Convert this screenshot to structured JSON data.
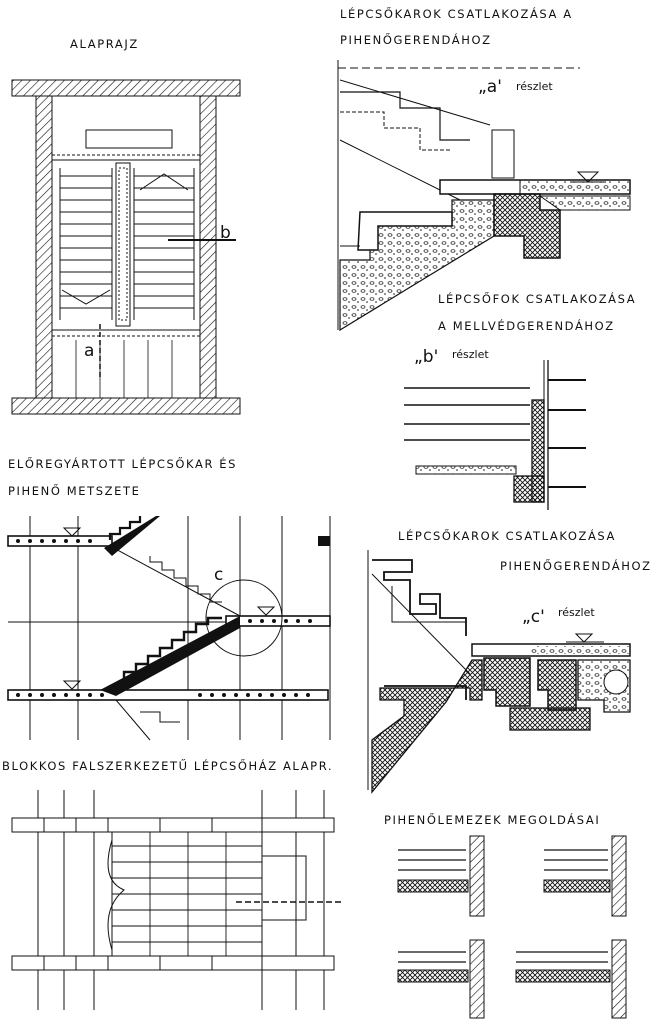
{
  "alaprajz": {
    "title": "ALAPRAJZ",
    "label_b": "b",
    "label_a": "a"
  },
  "detail_a": {
    "title_line1": "LÉPCSŐKAROK CSATLAKOZÁSA A",
    "title_line2": "PIHENŐGERENDÁHOZ",
    "mark": "„a'",
    "caption": "részlet"
  },
  "detail_b": {
    "title_line1": "LÉPCSŐFOK CSATLAKOZÁSA",
    "title_line2": "A MELLVÉDGERENDÁHOZ",
    "mark": "„b'",
    "caption": "részlet"
  },
  "metszet": {
    "title_line1": "ELŐREGYÁRTOTT LÉPCSŐKAR ÉS",
    "title_line2": "PIHENŐ METSZETE",
    "label_c": "c"
  },
  "detail_c": {
    "title_line1": "LÉPCSŐKAROK CSATLAKOZÁSA",
    "title_line2": "PIHENŐGERENDÁHOZ",
    "mark": "„c'",
    "caption": "részlet"
  },
  "blokkos": {
    "title": "BLOKKOS FALSZERKEZETŰ LÉPCSŐHÁZ ALAPR."
  },
  "pihenolemezek": {
    "title": "PIHENŐLEMEZEK MEGOLDÁSAI"
  }
}
